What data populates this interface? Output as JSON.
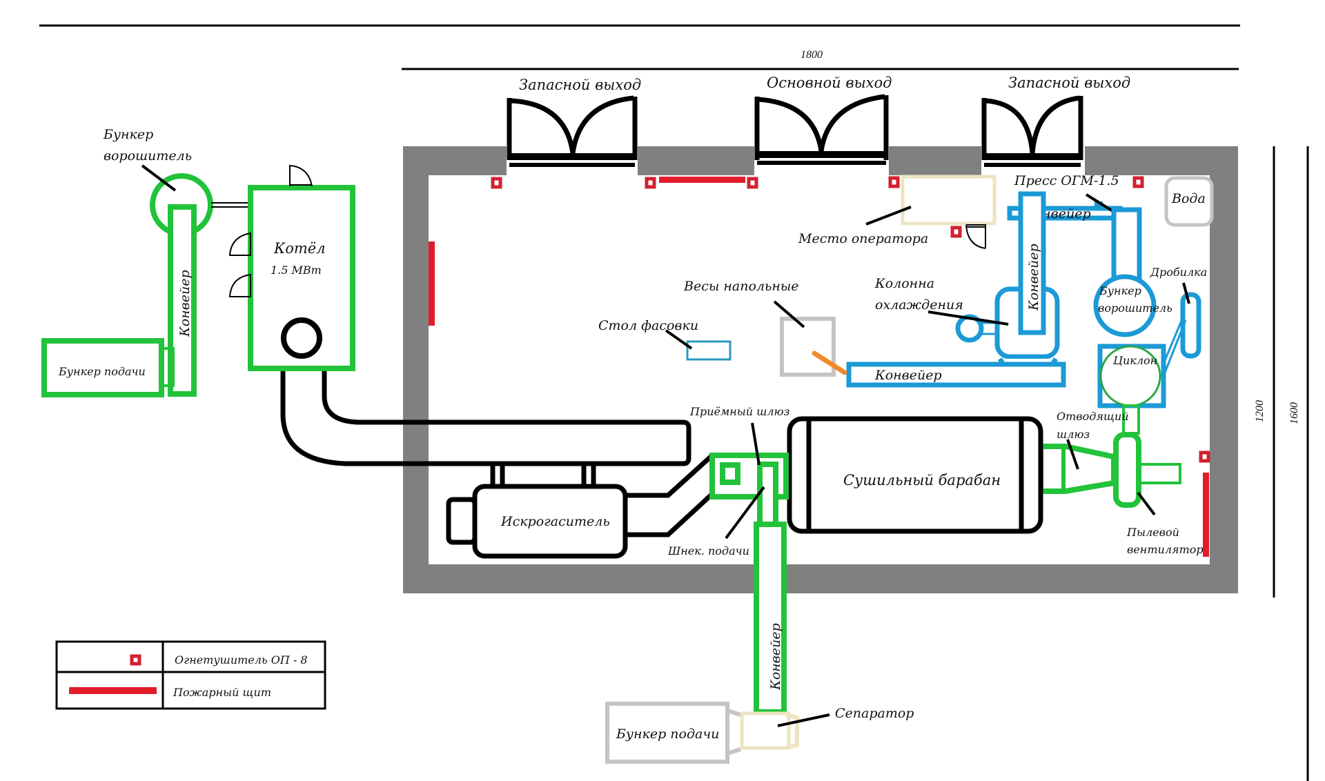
{
  "dimensions": {
    "width_label": "1800",
    "inner_height_label": "1200",
    "outer_height_label": "1600"
  },
  "exits": [
    {
      "label": "Запасной выход",
      "type": "emergency"
    },
    {
      "label": "Основной выход",
      "type": "main"
    },
    {
      "label": "Запасной выход",
      "type": "emergency"
    }
  ],
  "outside_left": {
    "agitator_bunker": "Бункер\nворошитель",
    "agitator_bunker_line1": "Бункер",
    "agitator_bunker_line2": "ворошитель",
    "conveyor": "Конвейер",
    "feed_bunker": "Бункер подачи",
    "boiler_name": "Котёл",
    "boiler_power": "1.5 МВт"
  },
  "outside_bottom": {
    "conveyor": "Конвейер",
    "feed_bunker": "Бункер подачи",
    "separator": "Сепаратор"
  },
  "interior": {
    "operator_place": "Место оператора",
    "press": "Пресс ОГМ-1.5",
    "water": "Вода",
    "press_conveyor": "Конвейер",
    "vertical_conveyor": "Конвейер",
    "cooling_column_line1": "Колонна",
    "cooling_column_line2": "охлаждения",
    "floor_scales": "Весы напольные",
    "packing_table": "Стол фасовки",
    "bottom_conveyor": "Конвейер",
    "agitator_bunker_line1": "Бункер",
    "agitator_bunker_line2": "ворошитель",
    "crusher": "Дробилка",
    "cyclone": "Циклон",
    "intake_lock": "Приёмный шлюз",
    "drying_drum": "Сушильный барабан",
    "outlet_lock_line1": "Отводящий",
    "outlet_lock_line2": "шлюз",
    "spark_arrester": "Искрогаситель",
    "feed_auger": "Шнек. подачи",
    "dust_fan_line1": "Пылевой",
    "dust_fan_line2": "вентилятор"
  },
  "legend": {
    "items": [
      {
        "symbol": "fire-extinguisher",
        "label": "Огнетушитель ОП - 8"
      },
      {
        "symbol": "fire-panel",
        "label": "Пожарный щит"
      }
    ]
  },
  "colors": {
    "wall": "#808080",
    "fuel_line_green": "#22c33a",
    "process_blue": "#1b9ad6",
    "fire_red": "#e21d2b",
    "grey_equipment": "#c4c4c4",
    "beige_equipment": "#eee4c2",
    "scale_link_orange": "#ef8a2f"
  }
}
